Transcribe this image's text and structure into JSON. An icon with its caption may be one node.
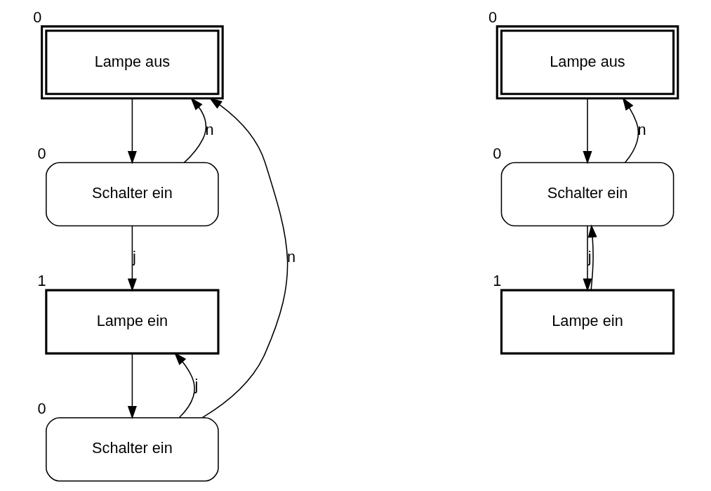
{
  "diagram": {
    "nodes": [
      {
        "text": [
          "Lampe aus"
        ],
        "beside": [
          "0"
        ]
      },
      {
        "text": [
          "Schalter ein"
        ],
        "beside": [
          "0"
        ]
      },
      {
        "text": [
          "Lampe ein"
        ],
        "beside": [
          "1"
        ]
      },
      {
        "text": [
          "Schalter ein"
        ],
        "beside": [
          "0"
        ]
      },
      {
        "text": [
          "Lampe aus"
        ],
        "beside": [
          "0"
        ]
      },
      {
        "text": [
          "Schalter ein"
        ],
        "beside": [
          "0"
        ]
      },
      {
        "text": [
          "Lampe ein"
        ],
        "beside": [
          "1"
        ]
      }
    ],
    "edges": [
      {
        "from": 0,
        "to": 1,
        "arrow": "to"
      },
      {
        "from": 1,
        "to": 0,
        "label": "n",
        "arrow": "to"
      },
      {
        "from": 1,
        "to": 2,
        "label": "j",
        "arrow": "to"
      },
      {
        "from": 2,
        "to": 3,
        "arrow": "to"
      },
      {
        "from": 3,
        "to": 2,
        "label": "j",
        "arrow": "to"
      },
      {
        "from": 3,
        "to": 0,
        "label": "n",
        "arrow": "to"
      },
      {
        "from": 4,
        "to": 5,
        "arrow": "to"
      },
      {
        "from": 5,
        "to": 4,
        "label": "n",
        "arrow": "to"
      },
      {
        "from": 5,
        "to": 6,
        "label": "j",
        "arrow": "to"
      },
      {
        "from": 6,
        "to": 5,
        "arrow": "to"
      }
    ]
  }
}
